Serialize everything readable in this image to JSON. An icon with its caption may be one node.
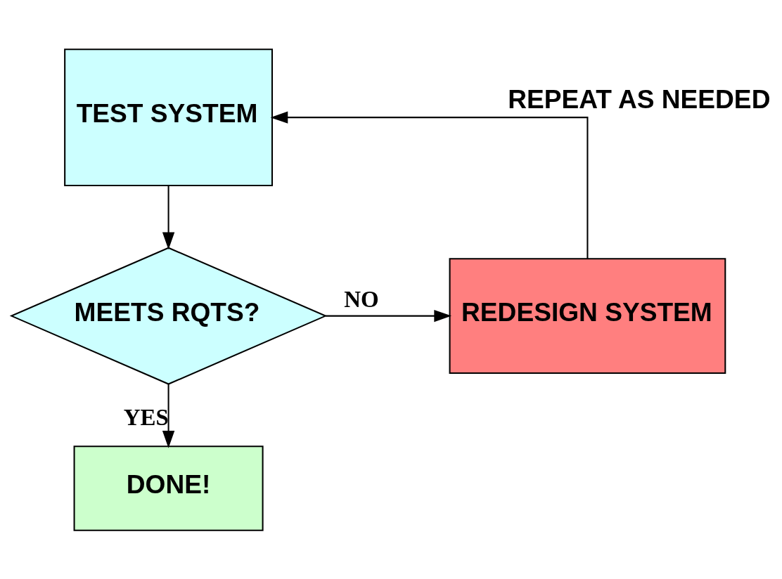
{
  "diagram": {
    "nodes": [
      {
        "text": [
          "TEST SYSTEM"
        ]
      },
      {
        "text": [
          "MEETS RQTS?"
        ]
      },
      {
        "text": [
          "REDESIGN SYSTEM"
        ]
      },
      {
        "text": [
          "DONE!"
        ]
      }
    ],
    "edges": [
      {
        "from": 0,
        "to": 1,
        "arrow": "to"
      },
      {
        "from": 1,
        "to": 2,
        "arrow": "to",
        "label": "NO"
      },
      {
        "from": 1,
        "to": 3,
        "arrow": "to",
        "label": "YES"
      },
      {
        "from": 2,
        "to": 0,
        "arrow": "to",
        "label": "REPEAT AS NEEDED"
      }
    ]
  }
}
